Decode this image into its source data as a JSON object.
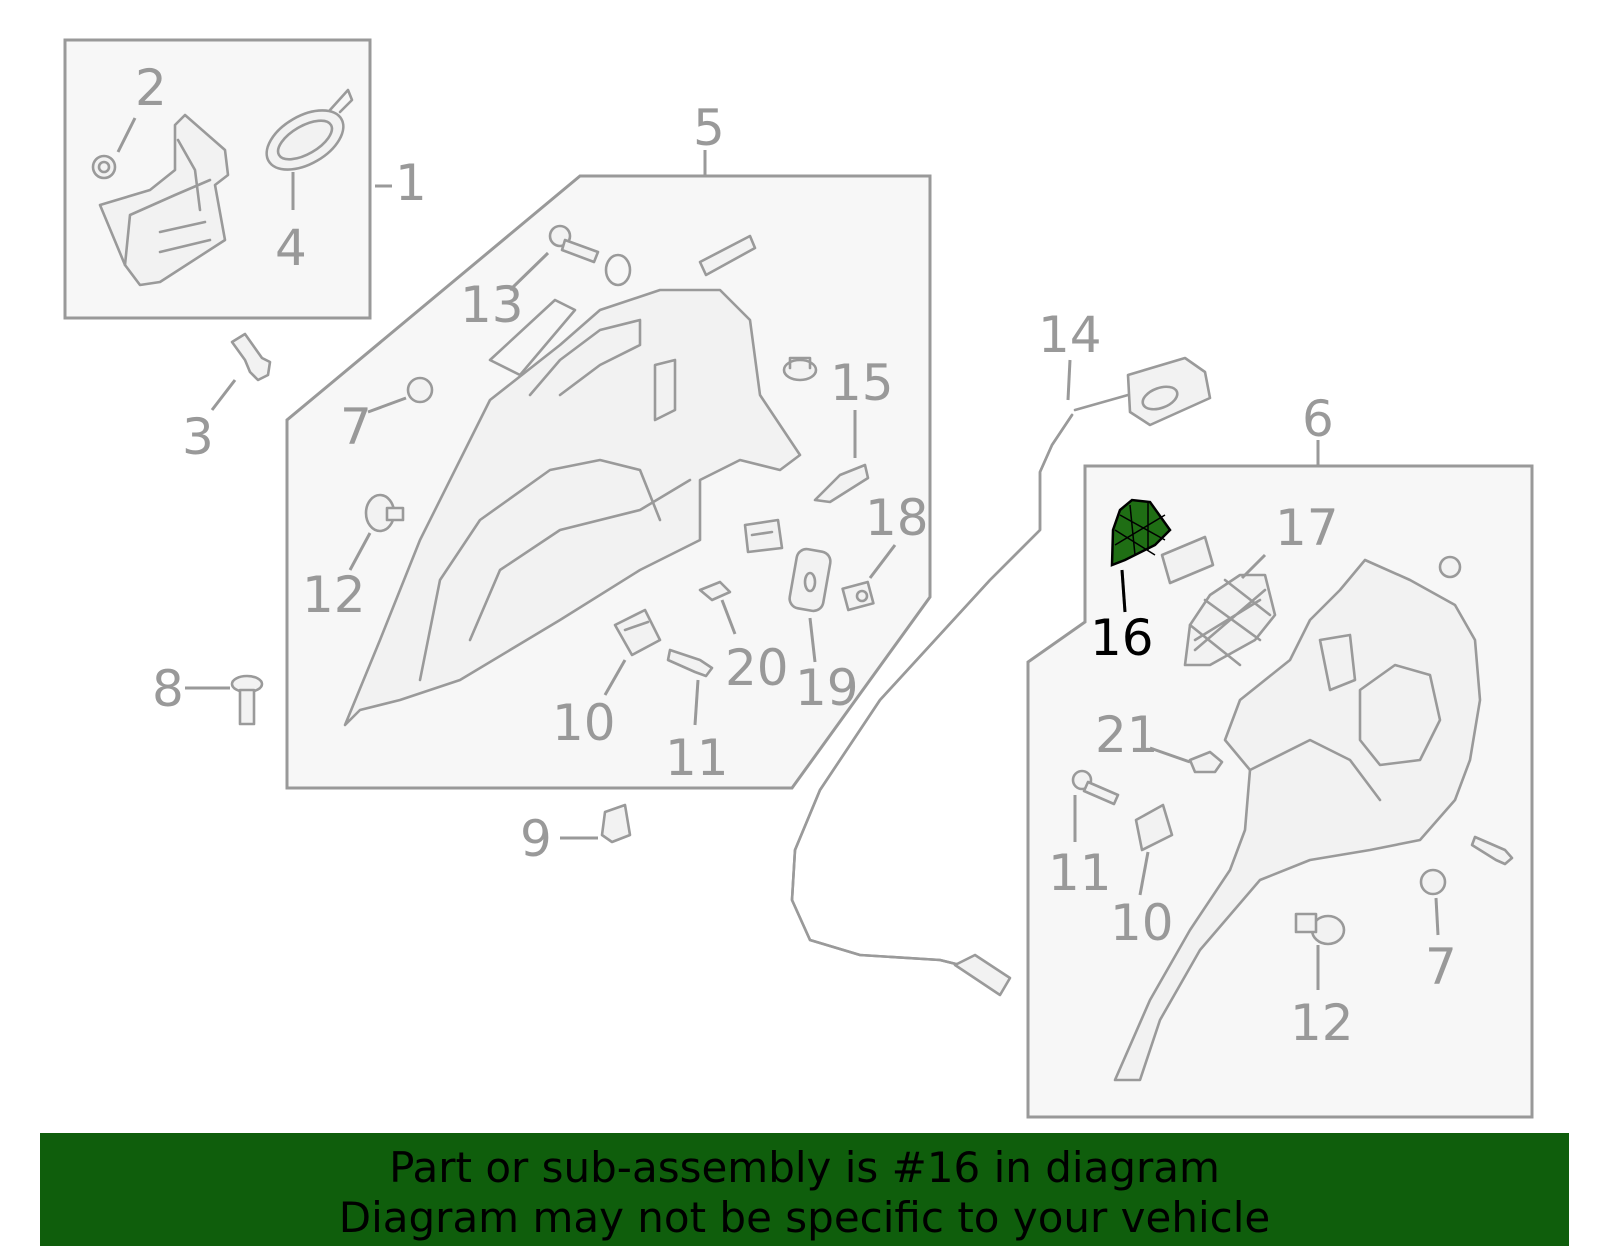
{
  "callouts": {
    "c1": "1",
    "c2": "2",
    "c3": "3",
    "c4": "4",
    "c5": "5",
    "c6": "6",
    "c7a": "7",
    "c7b": "7",
    "c8": "8",
    "c9": "9",
    "c10a": "10",
    "c10b": "10",
    "c11a": "11",
    "c11b": "11",
    "c12a": "12",
    "c12b": "12",
    "c13": "13",
    "c14": "14",
    "c15": "15",
    "c16": "16",
    "c17": "17",
    "c18": "18",
    "c19": "19",
    "c20": "20",
    "c21": "21"
  },
  "highlight": {
    "part": "16",
    "color": "#1f6e14"
  },
  "banner": {
    "line1": "Part or sub-assembly is #16 in diagram",
    "line2": "Diagram may not be specific to your vehicle",
    "background": "#0f5e0c"
  }
}
